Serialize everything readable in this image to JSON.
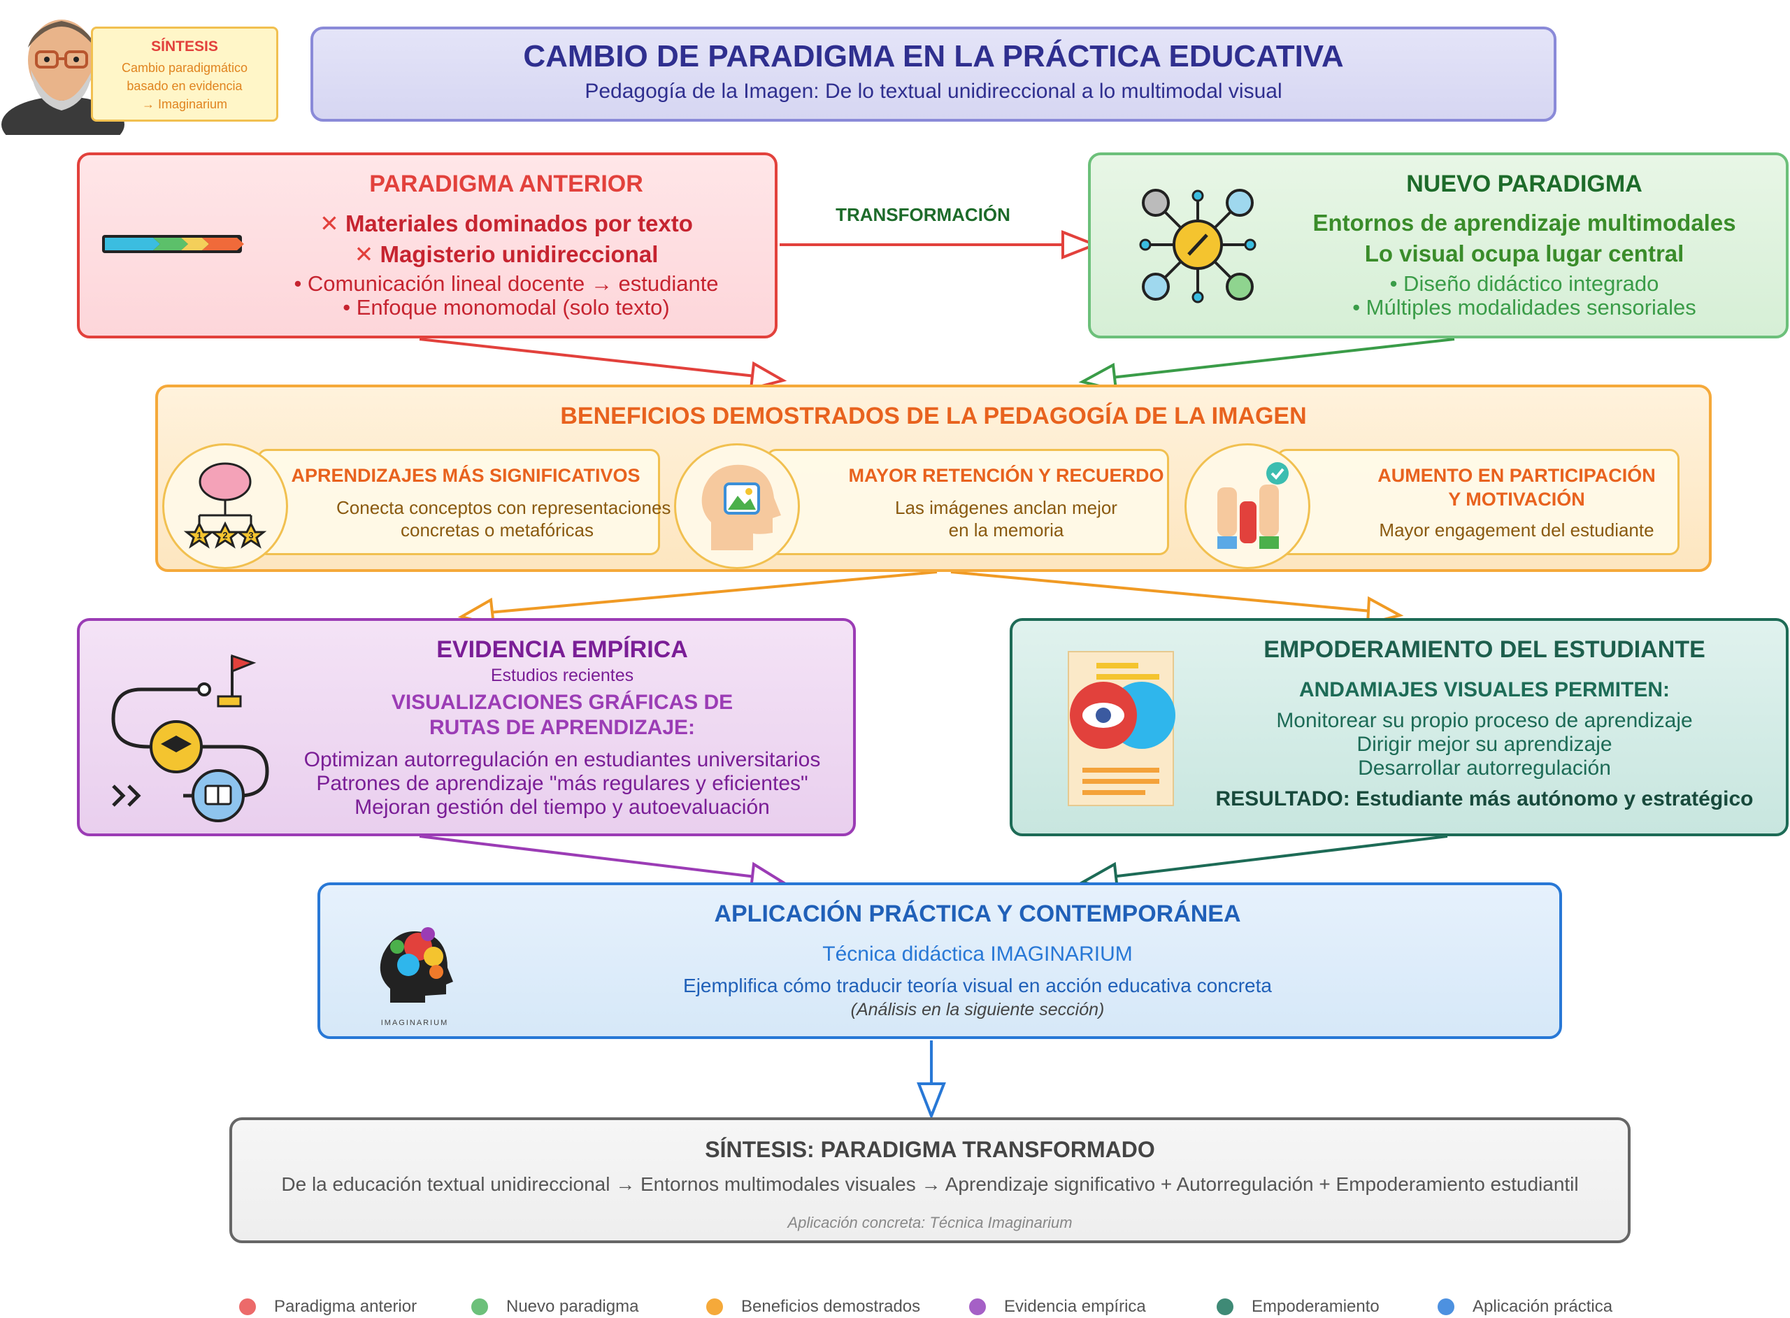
{
  "badge": {
    "title": "SÍNTESIS",
    "line1": "Cambio paradigmático",
    "line2": "basado en evidencia",
    "line3": "→ Imaginarium"
  },
  "header": {
    "title": "CAMBIO DE PARADIGMA EN LA PRÁCTICA EDUCATIVA",
    "subtitle": "Pedagogía de la Imagen: De lo textual unidireccional a lo multimodal visual"
  },
  "old": {
    "title": "PARADIGMA ANTERIOR",
    "items": [
      "Materiales dominados por texto",
      "Magisterio unidireccional"
    ],
    "cross": "✕",
    "bullets": [
      "• Comunicación lineal docente → estudiante",
      "• Enfoque monomodal (solo texto)"
    ]
  },
  "transform_label": "TRANSFORMACIÓN",
  "new": {
    "title": "NUEVO PARADIGMA",
    "items": [
      "Entornos de aprendizaje multimodales",
      "Lo visual ocupa lugar central"
    ],
    "bullets": [
      "• Diseño didáctico integrado",
      "• Múltiples modalidades sensoriales"
    ]
  },
  "benefits": {
    "title": "BENEFICIOS DEMOSTRADOS DE LA PEDAGOGÍA DE LA IMAGEN",
    "cards": [
      {
        "title": "APRENDIZAJES MÁS SIGNIFICATIVOS",
        "line1": "Conecta conceptos con representaciones",
        "line2": "concretas o metafóricas"
      },
      {
        "title": "MAYOR RETENCIÓN Y RECUERDO",
        "line1": "Las imágenes anclan mejor",
        "line2": "en la memoria"
      },
      {
        "title": "AUMENTO EN PARTICIPACIÓN",
        "title2": "Y MOTIVACIÓN",
        "line1": "Mayor engagement del estudiante"
      }
    ],
    "stars": [
      "1",
      "2",
      "3"
    ]
  },
  "evidence": {
    "title": "EVIDENCIA EMPÍRICA",
    "subtitle": "Estudios recientes",
    "heading1": "VISUALIZACIONES GRÁFICAS DE",
    "heading2": "RUTAS DE APRENDIZAJE:",
    "lines": [
      "Optimizan autorregulación en estudiantes universitarios",
      "Patrones de aprendizaje \"más regulares y eficientes\"",
      "Mejoran gestión del tiempo y autoevaluación"
    ]
  },
  "empower": {
    "title": "EMPODERAMIENTO DEL ESTUDIANTE",
    "heading": "ANDAMIAJES VISUALES PERMITEN:",
    "lines": [
      "Monitorear su propio proceso de aprendizaje",
      "Dirigir mejor su aprendizaje",
      "Desarrollar autorregulación"
    ],
    "result": "RESULTADO: Estudiante más autónomo y estratégico"
  },
  "application": {
    "title": "APLICACIÓN PRÁCTICA Y CONTEMPORÁNEA",
    "line1": "Técnica didáctica IMAGINARIUM",
    "line2": "Ejemplifica cómo traducir teoría visual en acción educativa concreta",
    "line3": "(Análisis en la siguiente sección)",
    "logo_text": "IMAGINARIUM"
  },
  "synthesis": {
    "title": "SÍNTESIS: PARADIGMA TRANSFORMADO",
    "line": "De la educación textual unidireccional → Entornos multimodales visuales → Aprendizaje significativo + Autorregulación + Empoderamiento estudiantil",
    "note": "Aplicación concreta: Técnica Imaginarium"
  },
  "legend": [
    {
      "label": "Paradigma anterior",
      "color": "#ec6a6a"
    },
    {
      "label": "Nuevo paradigma",
      "color": "#6cc07a"
    },
    {
      "label": "Beneficios demostrados",
      "color": "#f5a93a"
    },
    {
      "label": "Evidencia empírica",
      "color": "#a560c6"
    },
    {
      "label": "Empoderamiento",
      "color": "#3f8a76"
    },
    {
      "label": "Aplicación práctica",
      "color": "#4d91e0"
    }
  ],
  "colors": {
    "red": "#e2413c",
    "green": "#3a9c48",
    "orange": "#f09a24",
    "purple": "#9b3cb5",
    "teal": "#1d6b56",
    "blue": "#2878d6",
    "navy": "#2f2f8f",
    "gray": "#666666"
  }
}
